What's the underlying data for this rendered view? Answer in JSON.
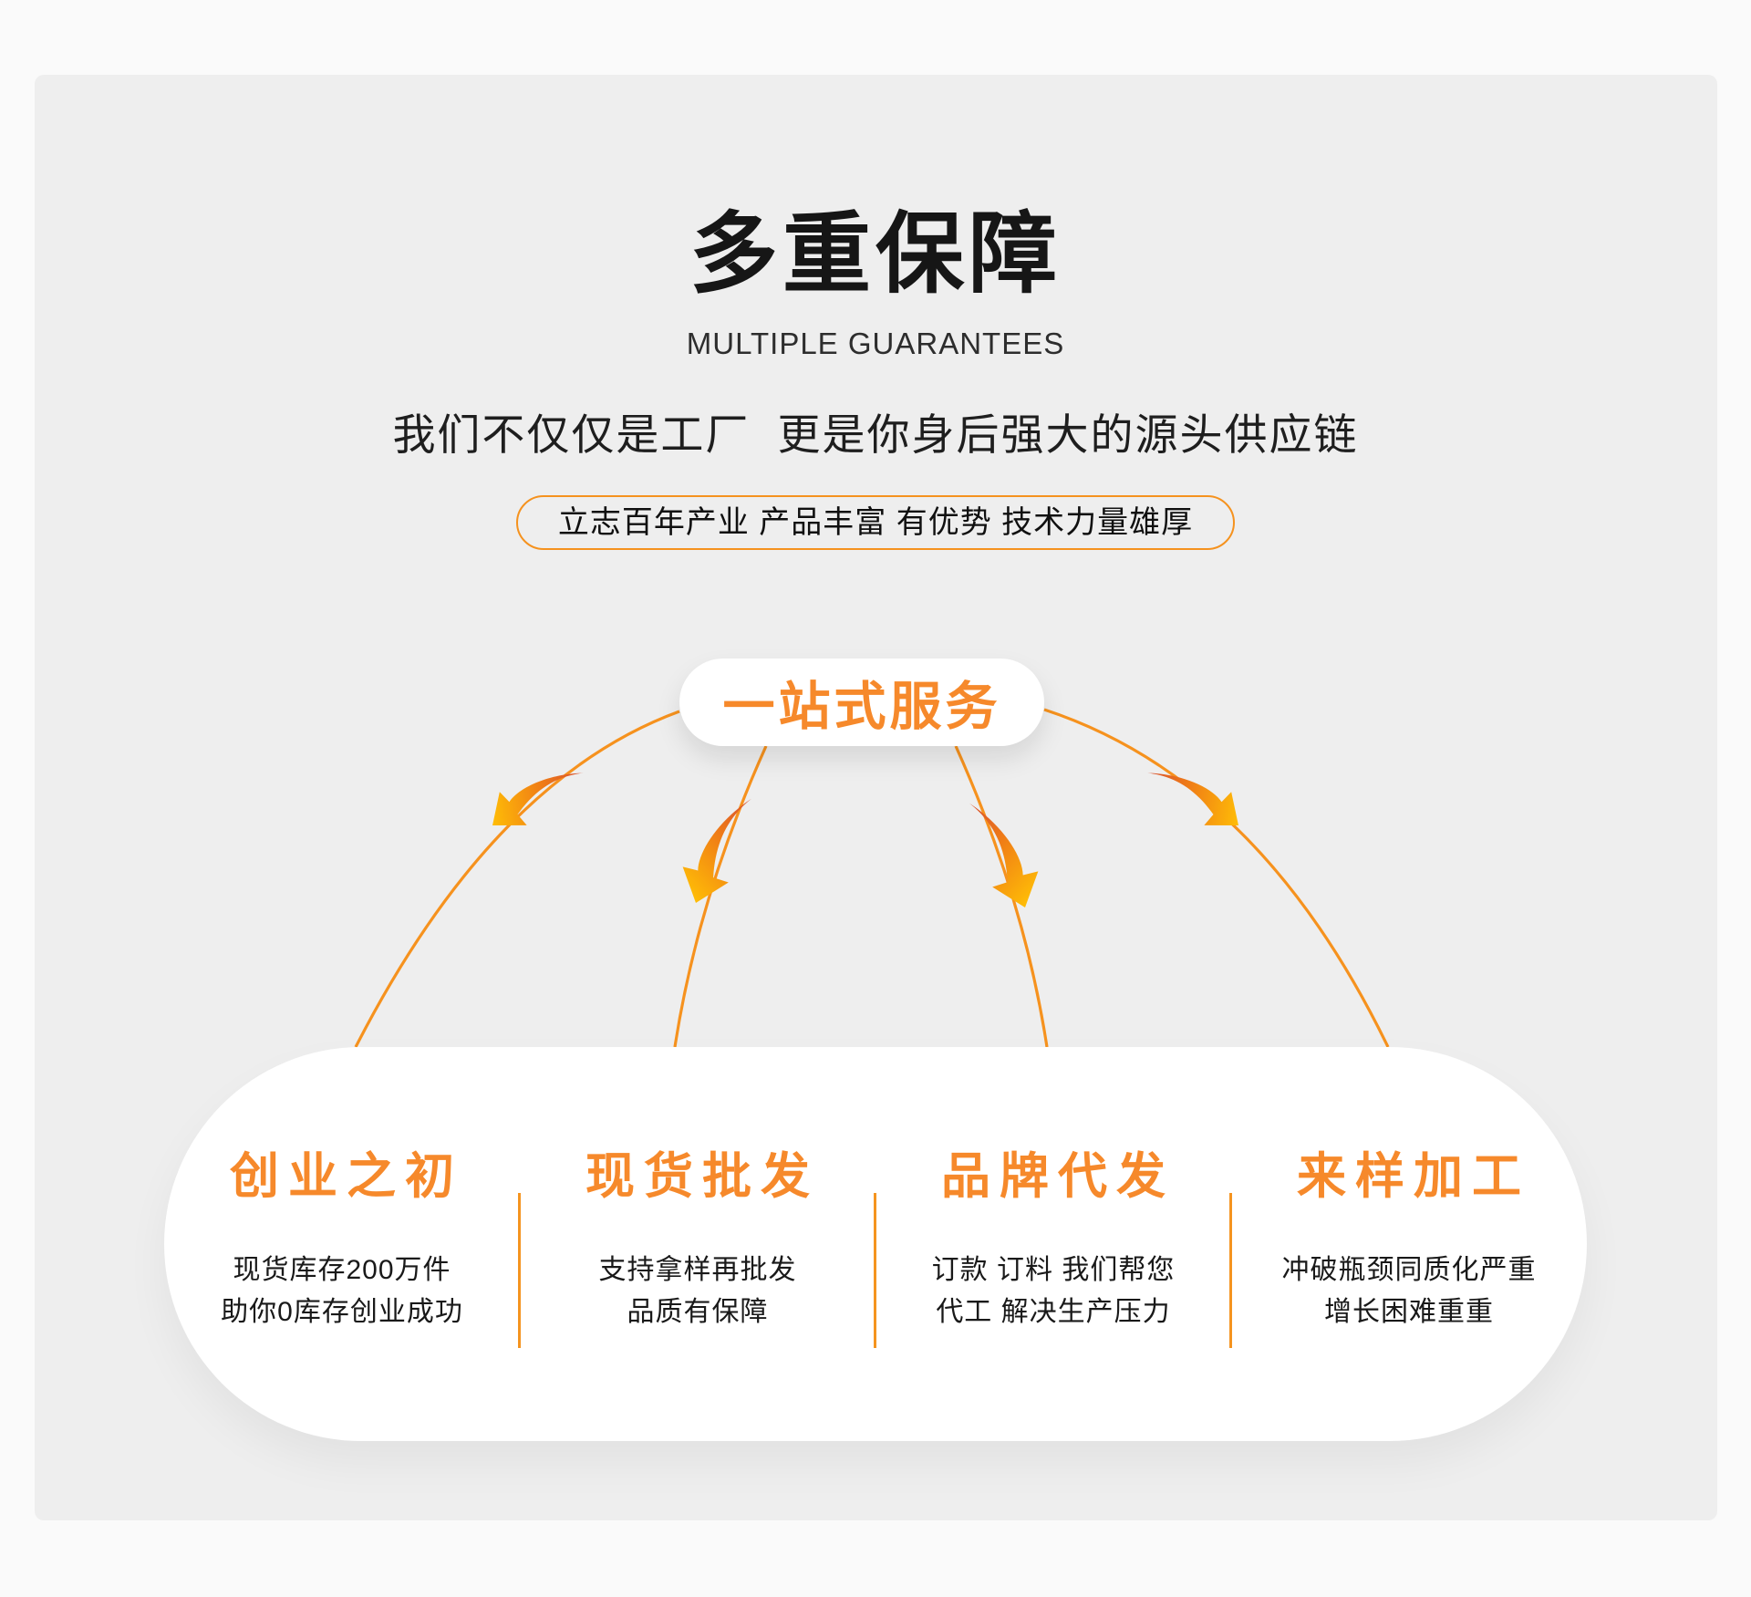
{
  "header": {
    "title": "多重保障",
    "subtitle": "MULTIPLE GUARANTEES",
    "tagline": "我们不仅仅是工厂  更是你身后强大的源头供应链",
    "badge": "立志百年产业 产品丰富 有优势 技术力量雄厚"
  },
  "hub": {
    "label": "一站式服务"
  },
  "columns": [
    {
      "title": "创业之初",
      "line1": "现货库存200万件",
      "line2": "助你0库存创业成功"
    },
    {
      "title": "现货批发",
      "line1": "支持拿样再批发",
      "line2": "品质有保障"
    },
    {
      "title": "品牌代发",
      "line1": "订款 订料 我们帮您",
      "line2": "代工 解决生产压力"
    },
    {
      "title": "来样加工",
      "line1": "冲破瓶颈同质化严重",
      "line2": "增长困难重重"
    }
  ],
  "icons": {
    "arrows": "curved-arrow-icon x4, pointing from hub pill down to the four columns"
  },
  "colors": {
    "accent_orange": "#F5921E",
    "hub_text_orange": "#F6892B",
    "arrow_tail": "#D84F2E",
    "arrow_tip": "#FFBE06",
    "panel_bg": "#EEEEEE",
    "page_bg": "#FAFAFA",
    "card_bg": "#FFFFFF",
    "title_text": "#161616",
    "body_text": "#191919"
  }
}
